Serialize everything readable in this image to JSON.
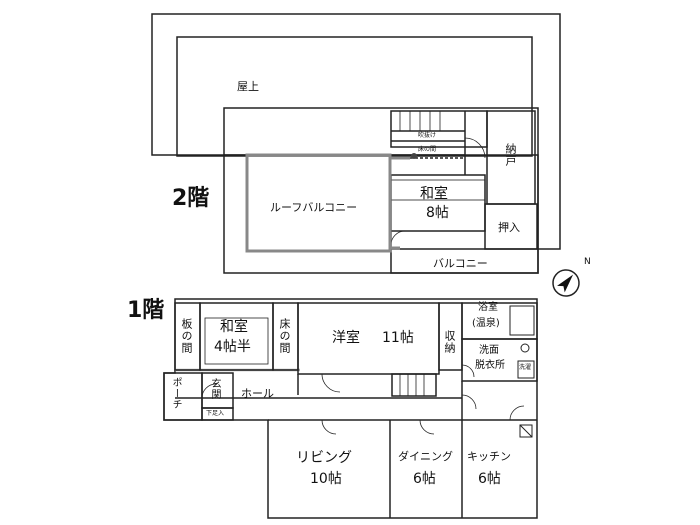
{
  "floors": {
    "second": {
      "label": "2階",
      "rooms": {
        "rooftop": "屋上",
        "roof_balcony": "ルーフバルコニー",
        "washitsu_name": "和室",
        "washitsu_size": "8帖",
        "storage": "納戸",
        "closet": "押入",
        "balcony": "バルコニー",
        "stairwell_open": "吹抜け",
        "tokonoma": "床の間"
      }
    },
    "first": {
      "label": "1階",
      "rooms": {
        "itanoma": "板の間",
        "washitsu_name": "和室",
        "washitsu_size": "4帖半",
        "tokonoma": "床の間",
        "western_room": "洋室",
        "western_size": "11帖",
        "storage": "収納",
        "bath_line1": "浴室",
        "bath_line2": "(温泉)",
        "washroom_line1": "洗面",
        "washroom_line2": "脱衣所",
        "laundry": "洗濯",
        "porch": "ポーチ",
        "entrance": "玄関",
        "hall": "ホール",
        "shoebox": "下足入",
        "living_name": "リビング",
        "living_size": "10帖",
        "dining_name": "ダイニング",
        "dining_size": "6帖",
        "kitchen_name": "キッチン",
        "kitchen_size": "6帖"
      }
    }
  },
  "compass": {
    "label": "N"
  }
}
